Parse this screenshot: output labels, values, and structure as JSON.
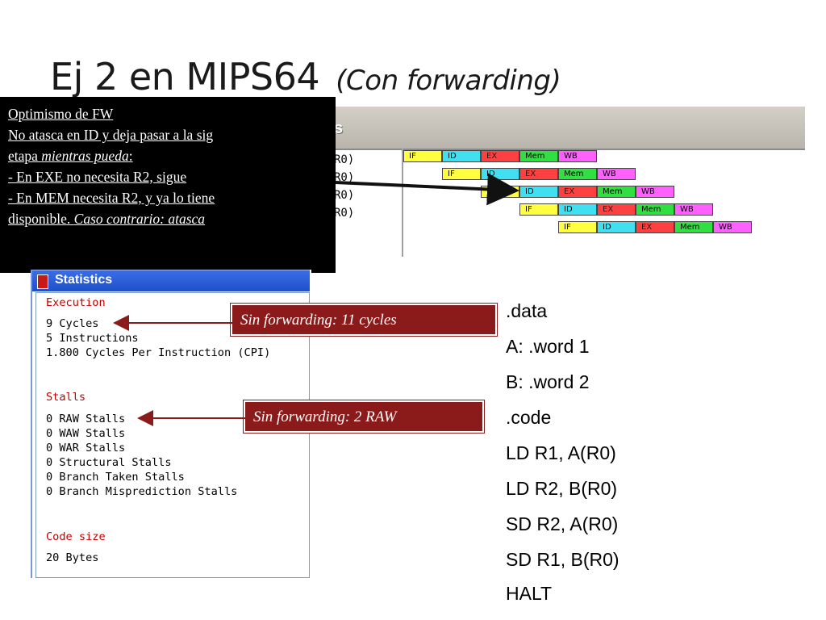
{
  "slide": {
    "title": "Ej 2 en MIPS64",
    "subtitle": "(Con forwarding)"
  },
  "note_box": {
    "lines": [
      "Optimismo de FW",
      "No atasca en ID y deja pasar a la sig",
      "etapa  mientras pueda:",
      "-  En EXE no necesita R2, sigue",
      "-  En MEM necesita R2, y ya lo tiene",
      "disponible.  Caso contrario: atasca"
    ],
    "line3_plain": "etapa  ",
    "line3_italic": "mientras pueda",
    "line3_tail": ":",
    "line6_plain": "disponible.  ",
    "line6_italic": "Caso contrario: atasca"
  },
  "pipeline_window": {
    "title_fragment": "s",
    "instruction_fragments": [
      "R0)",
      "R0)",
      "R0)",
      "R0)"
    ],
    "rows": [
      [
        "IF",
        "ID",
        "EX",
        "Mem",
        "WB"
      ],
      [
        "IF",
        "ID",
        "EX",
        "Mem",
        "WB"
      ],
      [
        "IF",
        "ID",
        "EX",
        "Mem",
        "WB"
      ],
      [
        "IF",
        "ID",
        "EX",
        "Mem",
        "WB"
      ],
      [
        "IF",
        "ID",
        "EX",
        "Mem",
        "WB"
      ]
    ]
  },
  "statistics": {
    "title": "Statistics",
    "execution_header": "Execution",
    "cycles": "9 Cycles",
    "instructions": "5 Instructions",
    "cpi": "1.800 Cycles Per Instruction (CPI)",
    "stalls_header": "Stalls",
    "stalls": [
      "0 RAW Stalls",
      "0 WAW Stalls",
      "0 WAR Stalls",
      "0 Structural Stalls",
      "0 Branch Taken Stalls",
      "0 Branch Misprediction Stalls"
    ],
    "code_size_header": "Code size",
    "code_size": "20 Bytes"
  },
  "callouts": {
    "cycles": "Sin forwarding: 11 cycles",
    "raw": "Sin forwarding: 2 RAW"
  },
  "code_listing": [
    ".data",
    "A: .word 1",
    "B: .word 2",
    ".code",
    "LD R1, A(R0)",
    "LD R2, B(R0)",
    "SD R2, A(R0)",
    "SD R1, B(R0)",
    "HALT"
  ],
  "colors": {
    "IF": "#ffff40",
    "ID": "#40e0f0",
    "EX": "#ff4040",
    "Mem": "#30e040",
    "WB": "#ff60ff",
    "callout": "#8b1a1a",
    "stats_header": "#c00000"
  }
}
